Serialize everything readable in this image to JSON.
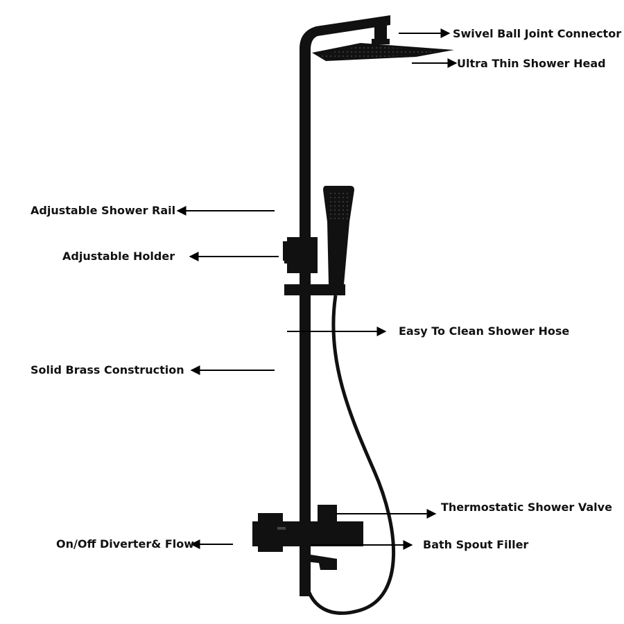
{
  "colors": {
    "fixture": "#111111",
    "fixture_dark": "#1b1b1b",
    "accent": "#2a2a2a",
    "arrow": "#000000",
    "background": "#ffffff"
  },
  "labels": {
    "swivel": "Swivel Ball Joint Connector",
    "shower_head": "Ultra Thin Shower Head",
    "rail": "Adjustable Shower Rail",
    "holder": "Adjustable Holder",
    "hose": "Easy To Clean Shower Hose",
    "brass": "Solid Brass Construction",
    "valve": "Thermostatic Shower Valve",
    "diverter": "On/Off Diverter& Flow",
    "spout": "Bath Spout Filler"
  }
}
